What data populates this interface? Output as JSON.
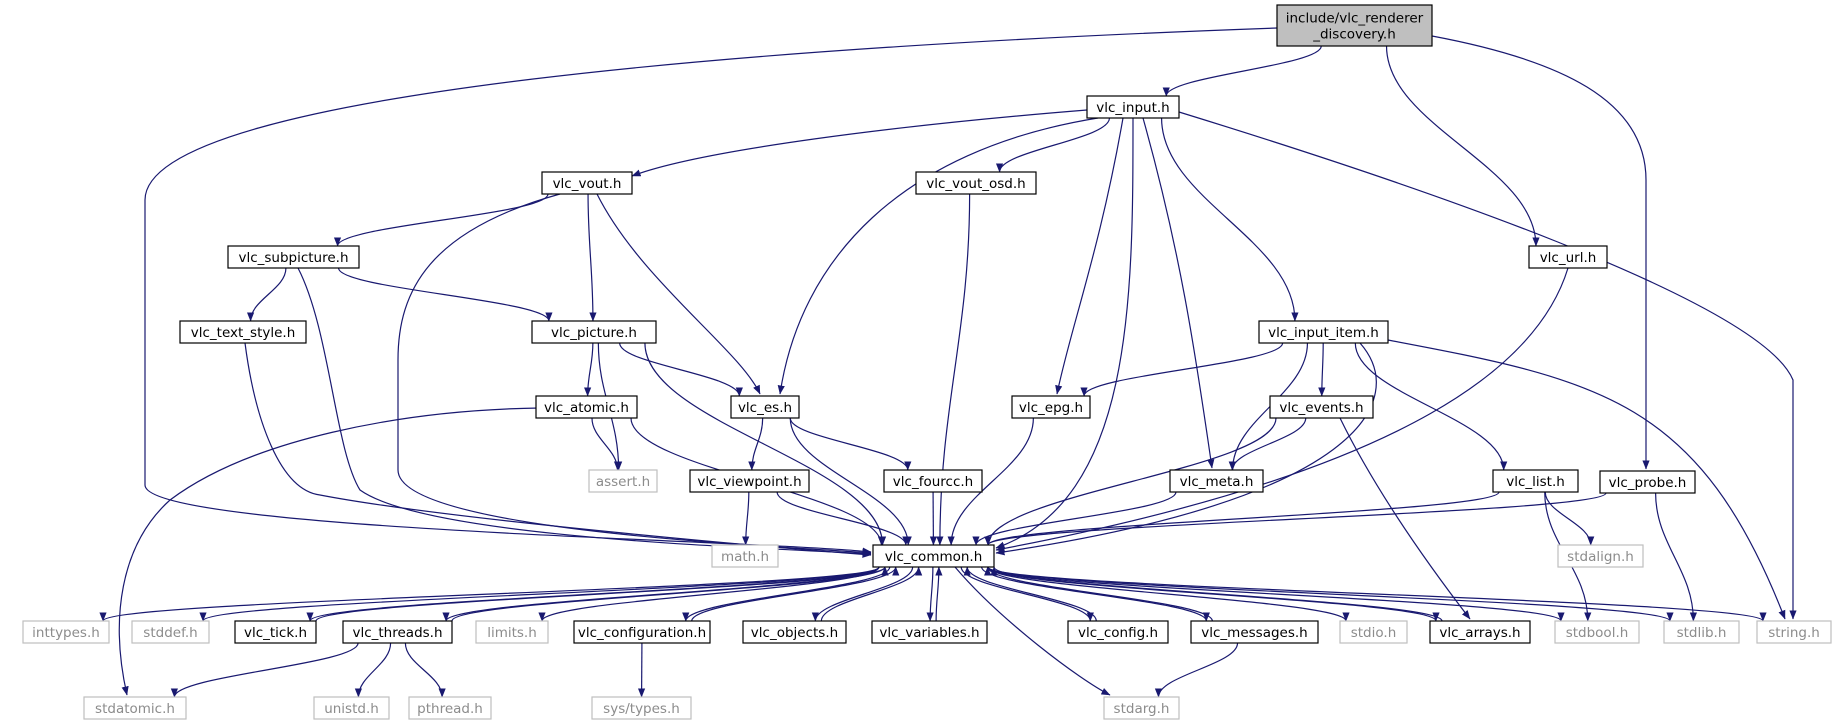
{
  "colors": {
    "edge": "#191970",
    "root_fill": "#bfbfbf",
    "node_fill": "#ffffff",
    "node_border": "#000000",
    "node_text": "#000000",
    "system_border": "#bfbfbf",
    "system_text": "#8c8c8c"
  },
  "nodes": {
    "root": {
      "lines": [
        "include/vlc_renderer",
        "_discovery.h"
      ],
      "kind": "root"
    },
    "vlc_input": {
      "lines": [
        "vlc_input.h"
      ],
      "kind": "local"
    },
    "vlc_url": {
      "lines": [
        "vlc_url.h"
      ],
      "kind": "local"
    },
    "vlc_probe": {
      "lines": [
        "vlc_probe.h"
      ],
      "kind": "local"
    },
    "vlc_vout": {
      "lines": [
        "vlc_vout.h"
      ],
      "kind": "local"
    },
    "vlc_vout_osd": {
      "lines": [
        "vlc_vout_osd.h"
      ],
      "kind": "local"
    },
    "vlc_subpicture": {
      "lines": [
        "vlc_subpicture.h"
      ],
      "kind": "local"
    },
    "vlc_text_style": {
      "lines": [
        "vlc_text_style.h"
      ],
      "kind": "local"
    },
    "vlc_picture": {
      "lines": [
        "vlc_picture.h"
      ],
      "kind": "local"
    },
    "vlc_input_item": {
      "lines": [
        "vlc_input_item.h"
      ],
      "kind": "local"
    },
    "vlc_atomic": {
      "lines": [
        "vlc_atomic.h"
      ],
      "kind": "local"
    },
    "vlc_es": {
      "lines": [
        "vlc_es.h"
      ],
      "kind": "local"
    },
    "vlc_epg": {
      "lines": [
        "vlc_epg.h"
      ],
      "kind": "local"
    },
    "vlc_events": {
      "lines": [
        "vlc_events.h"
      ],
      "kind": "local"
    },
    "assert": {
      "lines": [
        "assert.h"
      ],
      "kind": "system"
    },
    "vlc_viewpoint": {
      "lines": [
        "vlc_viewpoint.h"
      ],
      "kind": "local"
    },
    "vlc_fourcc": {
      "lines": [
        "vlc_fourcc.h"
      ],
      "kind": "local"
    },
    "vlc_meta": {
      "lines": [
        "vlc_meta.h"
      ],
      "kind": "local"
    },
    "vlc_list": {
      "lines": [
        "vlc_list.h"
      ],
      "kind": "local"
    },
    "stdalign": {
      "lines": [
        "stdalign.h"
      ],
      "kind": "system"
    },
    "math": {
      "lines": [
        "math.h"
      ],
      "kind": "system"
    },
    "vlc_common": {
      "lines": [
        "vlc_common.h"
      ],
      "kind": "local"
    },
    "inttypes": {
      "lines": [
        "inttypes.h"
      ],
      "kind": "system"
    },
    "stddef": {
      "lines": [
        "stddef.h"
      ],
      "kind": "system"
    },
    "vlc_tick": {
      "lines": [
        "vlc_tick.h"
      ],
      "kind": "local"
    },
    "vlc_threads": {
      "lines": [
        "vlc_threads.h"
      ],
      "kind": "local"
    },
    "limits": {
      "lines": [
        "limits.h"
      ],
      "kind": "system"
    },
    "vlc_configuration": {
      "lines": [
        "vlc_configuration.h"
      ],
      "kind": "local"
    },
    "vlc_objects": {
      "lines": [
        "vlc_objects.h"
      ],
      "kind": "local"
    },
    "vlc_variables": {
      "lines": [
        "vlc_variables.h"
      ],
      "kind": "local"
    },
    "vlc_config": {
      "lines": [
        "vlc_config.h"
      ],
      "kind": "local"
    },
    "vlc_messages": {
      "lines": [
        "vlc_messages.h"
      ],
      "kind": "local"
    },
    "stdio": {
      "lines": [
        "stdio.h"
      ],
      "kind": "system"
    },
    "vlc_arrays": {
      "lines": [
        "vlc_arrays.h"
      ],
      "kind": "local"
    },
    "stdbool": {
      "lines": [
        "stdbool.h"
      ],
      "kind": "system"
    },
    "stdlib": {
      "lines": [
        "stdlib.h"
      ],
      "kind": "system"
    },
    "string": {
      "lines": [
        "string.h"
      ],
      "kind": "system"
    },
    "stdatomic": {
      "lines": [
        "stdatomic.h"
      ],
      "kind": "system"
    },
    "unistd": {
      "lines": [
        "unistd.h"
      ],
      "kind": "system"
    },
    "pthread": {
      "lines": [
        "pthread.h"
      ],
      "kind": "system"
    },
    "sys_types": {
      "lines": [
        "sys/types.h"
      ],
      "kind": "system"
    },
    "stdarg": {
      "lines": [
        "stdarg.h"
      ],
      "kind": "system"
    }
  },
  "edges": [
    [
      "root",
      "vlc_input"
    ],
    [
      "root",
      "vlc_url"
    ],
    [
      "root",
      "vlc_probe"
    ],
    [
      "root",
      "vlc_common"
    ],
    [
      "vlc_input",
      "vlc_vout"
    ],
    [
      "vlc_input",
      "vlc_vout_osd"
    ],
    [
      "vlc_input",
      "vlc_es"
    ],
    [
      "vlc_input",
      "vlc_epg"
    ],
    [
      "vlc_input",
      "vlc_common"
    ],
    [
      "vlc_input",
      "vlc_meta"
    ],
    [
      "vlc_input",
      "vlc_input_item"
    ],
    [
      "vlc_input",
      "string"
    ],
    [
      "vlc_vout",
      "vlc_subpicture"
    ],
    [
      "vlc_vout",
      "vlc_picture"
    ],
    [
      "vlc_vout",
      "vlc_es"
    ],
    [
      "vlc_vout",
      "vlc_common"
    ],
    [
      "vlc_vout_osd",
      "vlc_common"
    ],
    [
      "vlc_subpicture",
      "vlc_text_style"
    ],
    [
      "vlc_subpicture",
      "vlc_picture"
    ],
    [
      "vlc_subpicture",
      "vlc_common"
    ],
    [
      "vlc_text_style",
      "vlc_common"
    ],
    [
      "vlc_picture",
      "vlc_atomic"
    ],
    [
      "vlc_picture",
      "vlc_es"
    ],
    [
      "vlc_picture",
      "assert"
    ],
    [
      "vlc_picture",
      "vlc_common"
    ],
    [
      "vlc_atomic",
      "assert"
    ],
    [
      "vlc_atomic",
      "stdatomic"
    ],
    [
      "vlc_atomic",
      "vlc_common"
    ],
    [
      "vlc_es",
      "vlc_viewpoint"
    ],
    [
      "vlc_es",
      "vlc_fourcc"
    ],
    [
      "vlc_es",
      "vlc_common"
    ],
    [
      "vlc_viewpoint",
      "math"
    ],
    [
      "vlc_viewpoint",
      "vlc_common"
    ],
    [
      "vlc_fourcc",
      "vlc_common"
    ],
    [
      "vlc_url",
      "vlc_common"
    ],
    [
      "vlc_input_item",
      "vlc_epg"
    ],
    [
      "vlc_input_item",
      "vlc_events"
    ],
    [
      "vlc_input_item",
      "vlc_meta"
    ],
    [
      "vlc_input_item",
      "vlc_list"
    ],
    [
      "vlc_input_item",
      "vlc_common"
    ],
    [
      "vlc_input_item",
      "string"
    ],
    [
      "vlc_epg",
      "vlc_common"
    ],
    [
      "vlc_events",
      "vlc_meta"
    ],
    [
      "vlc_events",
      "vlc_common"
    ],
    [
      "vlc_events",
      "vlc_arrays"
    ],
    [
      "vlc_meta",
      "vlc_common"
    ],
    [
      "vlc_list",
      "stdalign"
    ],
    [
      "vlc_list",
      "vlc_common"
    ],
    [
      "vlc_list",
      "stdbool"
    ],
    [
      "vlc_probe",
      "vlc_common"
    ],
    [
      "vlc_probe",
      "stdlib"
    ],
    [
      "vlc_common",
      "inttypes"
    ],
    [
      "vlc_common",
      "stddef"
    ],
    [
      "vlc_common",
      "vlc_tick"
    ],
    [
      "vlc_common",
      "vlc_threads"
    ],
    [
      "vlc_common",
      "limits"
    ],
    [
      "vlc_common",
      "vlc_configuration"
    ],
    [
      "vlc_common",
      "vlc_objects"
    ],
    [
      "vlc_common",
      "vlc_variables"
    ],
    [
      "vlc_common",
      "vlc_config"
    ],
    [
      "vlc_common",
      "vlc_messages"
    ],
    [
      "vlc_common",
      "stdio"
    ],
    [
      "vlc_common",
      "vlc_arrays"
    ],
    [
      "vlc_common",
      "stdbool"
    ],
    [
      "vlc_common",
      "stdlib"
    ],
    [
      "vlc_common",
      "string"
    ],
    [
      "vlc_common",
      "stdarg"
    ],
    [
      "vlc_tick",
      "vlc_common"
    ],
    [
      "vlc_threads",
      "vlc_common"
    ],
    [
      "vlc_configuration",
      "vlc_common"
    ],
    [
      "vlc_objects",
      "vlc_common"
    ],
    [
      "vlc_variables",
      "vlc_common"
    ],
    [
      "vlc_config",
      "vlc_common"
    ],
    [
      "vlc_messages",
      "vlc_common"
    ],
    [
      "vlc_arrays",
      "vlc_common"
    ],
    [
      "vlc_threads",
      "stdatomic"
    ],
    [
      "vlc_threads",
      "unistd"
    ],
    [
      "vlc_threads",
      "pthread"
    ],
    [
      "vlc_configuration",
      "sys_types"
    ],
    [
      "vlc_messages",
      "stdarg"
    ]
  ]
}
